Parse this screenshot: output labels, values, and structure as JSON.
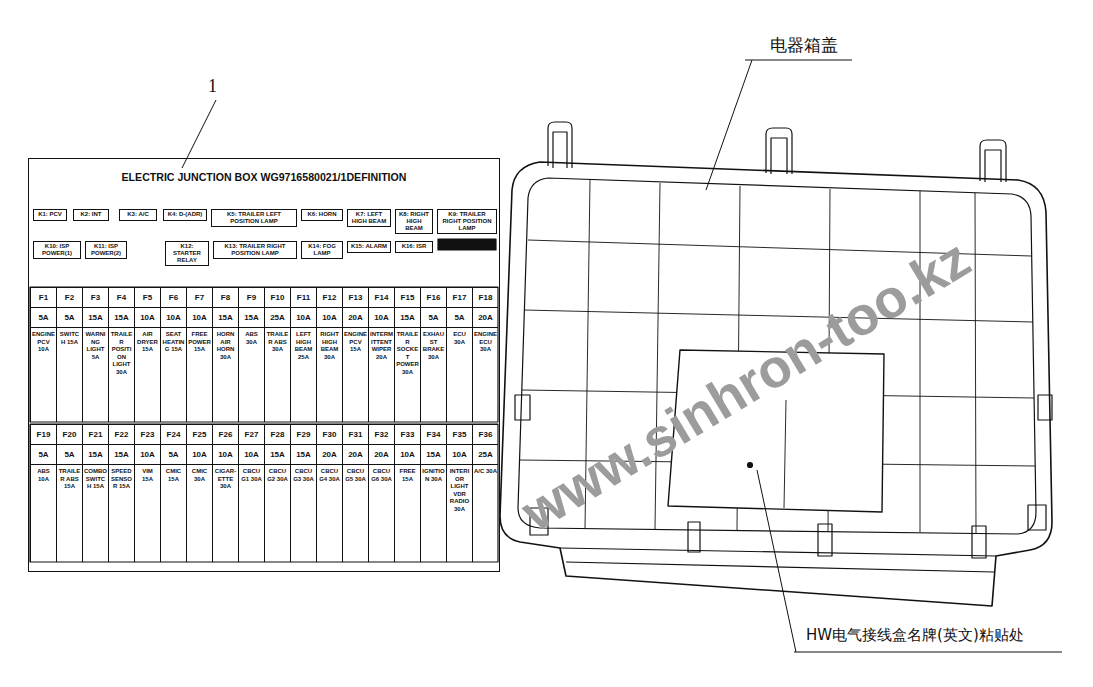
{
  "diagram": {
    "nodes": [
      {
        "text": [
          "ELECTRIC JUNCTION BOX WG9716580021/1DEFINITION"
        ]
      },
      {
        "text": [
          "K1: PCV"
        ],
        "in": 0
      },
      {
        "text": [
          "K2: INT"
        ],
        "in": 0
      },
      {
        "text": [
          "K3: A/C"
        ],
        "in": 0
      },
      {
        "text": [
          "K4: D-(ADR)"
        ],
        "in": 0
      },
      {
        "text": [
          "K5: TRAILER LEFT POSITION LAMP"
        ],
        "in": 0
      },
      {
        "text": [
          "K6: HORN"
        ],
        "in": 0
      },
      {
        "text": [
          "K7: LEFT HIGH BEAM"
        ],
        "in": 0
      },
      {
        "text": [
          "K8: RIGHT HIGH BEAM"
        ],
        "in": 0
      },
      {
        "text": [
          "K9: TRAILER RIGHT POSITION LAMP"
        ],
        "in": 0
      },
      {
        "text": [
          "K10: ISP POWER(1)"
        ],
        "in": 0
      },
      {
        "text": [
          "K11: ISP POWER(2)"
        ],
        "in": 0
      },
      {
        "text": [
          "K12: STARTER RELAY"
        ],
        "in": 0
      },
      {
        "text": [
          "K13: TRAILER RIGHT POSITION LAMP"
        ],
        "in": 0
      },
      {
        "text": [
          "K14: FOG LAMP"
        ],
        "in": 0
      },
      {
        "text": [
          "K15: ALARM"
        ],
        "in": 0
      },
      {
        "text": [
          "K16: ISR"
        ],
        "in": 0
      }
    ],
    "labels": [
      "1",
      "电器箱盖",
      "HW电气接线盒名牌(英文)粘贴处",
      "www.sinhron-too.kz",
      "F1",
      "F2",
      "F3",
      "F4",
      "F5",
      "F6",
      "F7",
      "F8",
      "F9",
      "F10",
      "F11",
      "F12",
      "F13",
      "F14",
      "F15",
      "F16",
      "F17",
      "F18",
      "5A",
      "5A",
      "15A",
      "15A",
      "10A",
      "10A",
      "10A",
      "15A",
      "15A",
      "25A",
      "10A",
      "10A",
      "20A",
      "10A",
      "15A",
      "5A",
      "5A",
      "20A",
      "ENGINE PCV 10A",
      "SWITCH 15A",
      "WARNING LIGHT 5A",
      "TRAILER POSITION LIGHT 30A",
      "AIR DRYER 15A",
      "SEAT HEATING 15A",
      "FREE POWER 15A",
      "HORN AIR HORN 30A",
      "ABS 30A",
      "TRAILER ABS 30A",
      "LEFT HIGH BEAM 25A",
      "RIGHT HIGH BEAM 30A",
      "ENGINE PCV 15A",
      "INTERMITTENT WIPER 20A",
      "TRAILER SOCKET POWER 30A",
      "EXHAUST BRAKE 30A",
      "ECU 30A",
      "ENGINE ECU 30A",
      "F19",
      "F20",
      "F21",
      "F22",
      "F23",
      "F24",
      "F25",
      "F26",
      "F27",
      "F28",
      "F29",
      "F30",
      "F31",
      "F32",
      "F33",
      "F34",
      "F35",
      "F36",
      "5A",
      "5A",
      "15A",
      "15A",
      "10A",
      "5A",
      "10A",
      "10A",
      "10A",
      "15A",
      "15A",
      "20A",
      "20A",
      "20A",
      "10A",
      "15A",
      "10A",
      "25A",
      "ABS 10A",
      "TRAILER ABS 15A",
      "COMBO SWITCH 15A",
      "SPEED SENSOR 15A",
      "VIM 15A",
      "CMIC 15A",
      "CMIC 30A",
      "CIGAR-ETTE 30A",
      "CBCU G1 30A",
      "CBCU G2 30A",
      "CBCU G3 30A",
      "CBCU G4 30A",
      "CBCU G5 30A",
      "CBCU G6 30A",
      "FREE 15A",
      "IGNITION 30A",
      "INTERIOR LIGHT VDR RADIO 30A",
      "A/C 30A"
    ]
  }
}
